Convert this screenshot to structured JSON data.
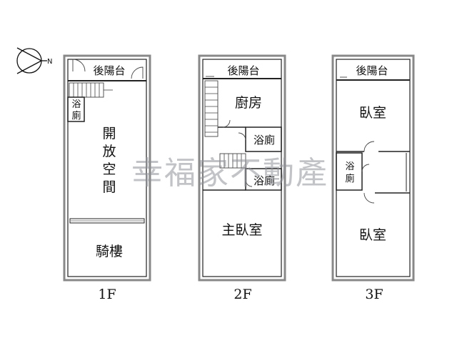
{
  "compass": {
    "icon": "north-arrow-icon",
    "label": "N"
  },
  "watermark": "幸福家不動產",
  "floors": [
    {
      "name": "1F",
      "rooms": {
        "back_balcony": "後陽台",
        "bath_top": "浴",
        "bath_bottom": "廁",
        "open_space": [
          "開",
          "放",
          "空",
          "間"
        ],
        "arcade": "騎樓"
      }
    },
    {
      "name": "2F",
      "rooms": {
        "back_balcony": "後陽台",
        "kitchen": "廚房",
        "bath_1": "浴廁",
        "bath_2": "浴廁",
        "master_bedroom": "主臥室"
      }
    },
    {
      "name": "3F",
      "rooms": {
        "back_balcony": "後陽台",
        "bedroom_1": "臥室",
        "bath_top": "浴",
        "bath_bottom": "廁",
        "bedroom_2": "臥室"
      }
    }
  ]
}
